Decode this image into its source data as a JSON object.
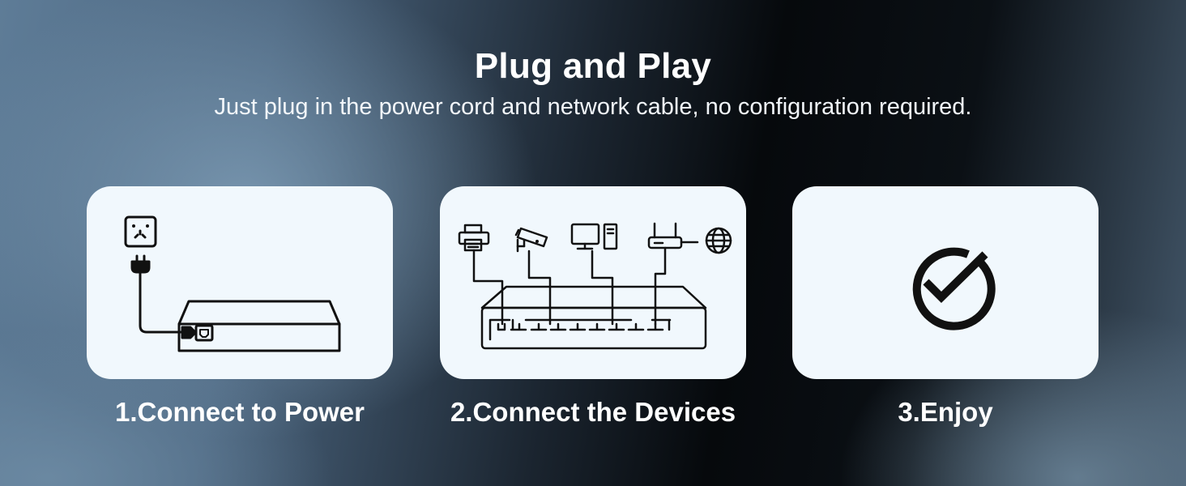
{
  "header": {
    "title": "Plug and Play",
    "subtitle": "Just plug in the power cord and network cable, no configuration required."
  },
  "steps": [
    {
      "label": "1.Connect to Power",
      "icon": "power-outlet-switch-illustration"
    },
    {
      "label": "2.Connect the Devices",
      "icon": "devices-switch-illustration"
    },
    {
      "label": "3.Enjoy",
      "icon": "check-circle-icon"
    }
  ],
  "colors": {
    "card_bg": "#f1f8fd",
    "stroke": "#111111",
    "text": "#ffffff"
  }
}
